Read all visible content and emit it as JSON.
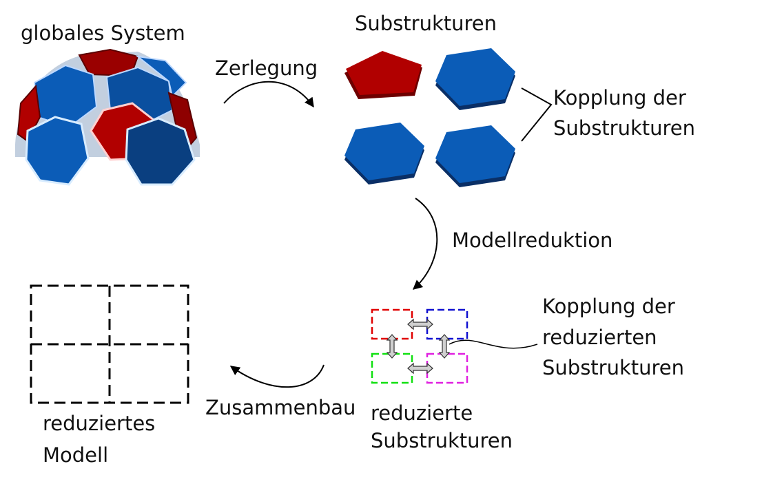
{
  "labels": {
    "global_system": "globales System",
    "substructures": "Substrukturen",
    "decomposition": "Zerlegung",
    "coupling_line1": "Kopplung der",
    "coupling_line2": "Substrukturen",
    "model_reduction": "Modellreduktion",
    "reduced_coupling_line1": "Kopplung der",
    "reduced_coupling_line2": "reduzierten",
    "reduced_coupling_line3": "Substrukturen",
    "reduced_substructures_line1": "reduzierte",
    "reduced_substructures_line2": "Substrukturen",
    "assembly": "Zusammenbau",
    "reduced_model_line1": "reduziertes",
    "reduced_model_line2": "Modell"
  },
  "colors": {
    "blue": "#0b5cb7",
    "blue_dark": "#0a3f80",
    "red": "#b10000",
    "red_dark": "#6e0000",
    "dash_red": "#e00000",
    "dash_blue": "#1010d0",
    "dash_green": "#10e010",
    "dash_magenta": "#e020e0"
  }
}
